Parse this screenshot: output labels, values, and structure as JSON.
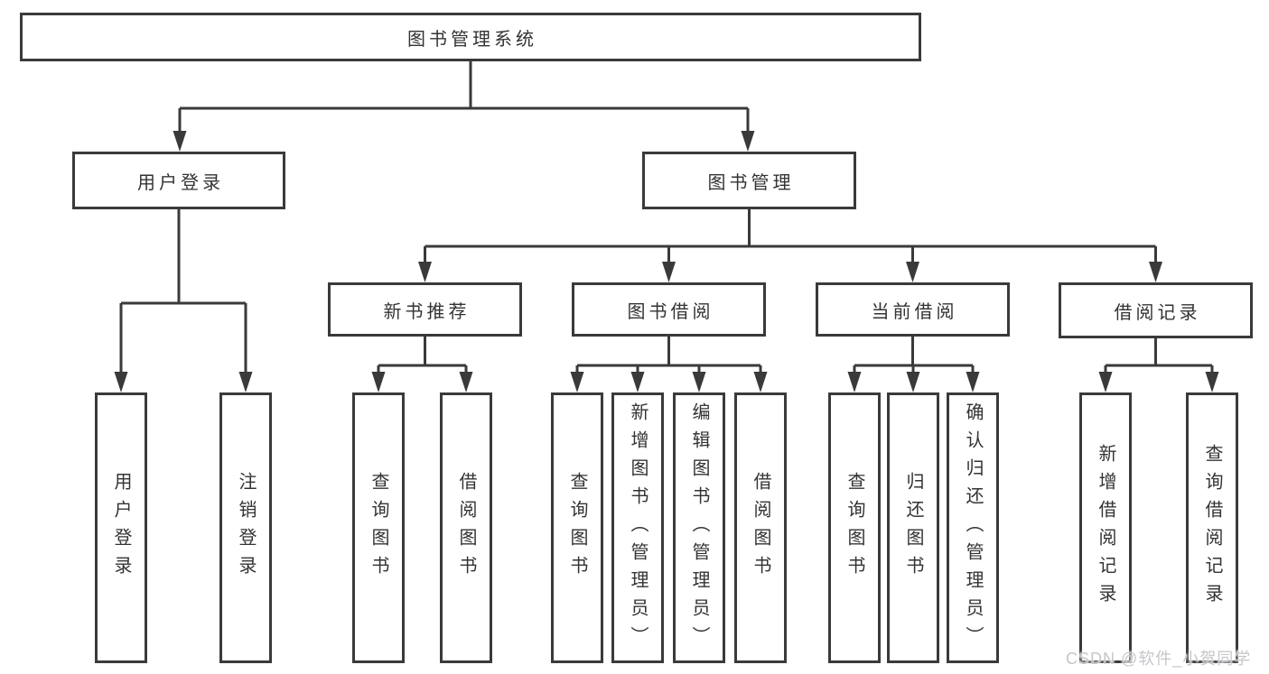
{
  "tree": {
    "root": "图书管理系统",
    "children": [
      {
        "label": "用户登录",
        "children": [
          "用户登录",
          "注销登录"
        ]
      },
      {
        "label": "图书管理",
        "children": [
          {
            "label": "新书推荐",
            "children": [
              "查询图书",
              "借阅图书"
            ]
          },
          {
            "label": "图书借阅",
            "children": [
              "查询图书",
              "新增图书（管理员）",
              "编辑图书（管理员）",
              "借阅图书"
            ]
          },
          {
            "label": "当前借阅",
            "children": [
              "查询图书",
              "归还图书",
              "确认归还（管理员）"
            ]
          },
          {
            "label": "借阅记录",
            "children": [
              "新增借阅记录",
              "查询借阅记录"
            ]
          }
        ]
      }
    ]
  },
  "watermark": {
    "text": "CSDN @软件_小贺同学",
    "color": "#c6c6cb"
  },
  "colors": {
    "line": "#3a3a3a",
    "box_border": "#3a3a3a",
    "text": "#333333",
    "background": "#ffffff"
  }
}
